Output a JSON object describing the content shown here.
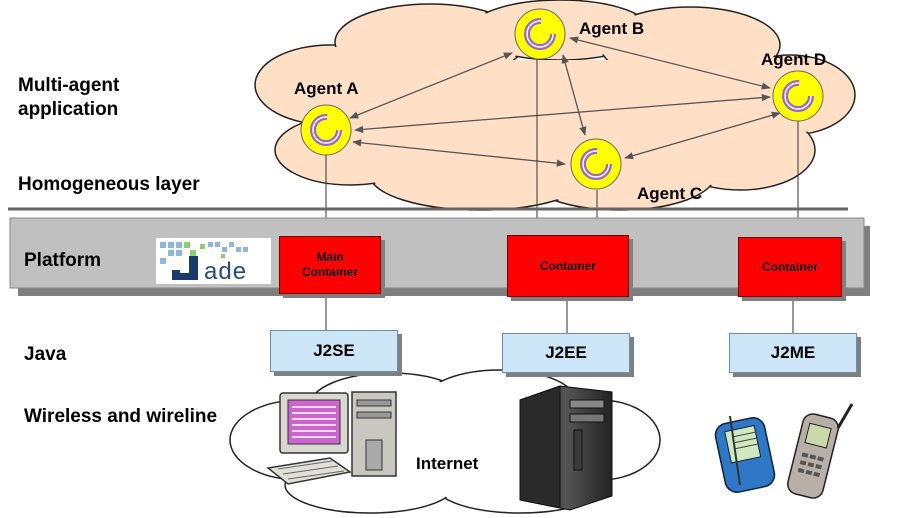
{
  "layers": {
    "multi_agent": "Multi-agent\napplication",
    "homogeneous": "Homogeneous layer",
    "platform": "Platform",
    "java": "Java",
    "wireless": "Wireless and wireline"
  },
  "agents": {
    "a": "Agent A",
    "b": "Agent B",
    "c": "Agent C",
    "d": "Agent D"
  },
  "containers": {
    "main": "Main\nContainer",
    "middle": "Container",
    "right": "Container"
  },
  "java_editions": {
    "j2se": "J2SE",
    "j2ee": "J2EE",
    "j2me": "J2ME"
  },
  "network": {
    "internet": "Internet"
  },
  "logo": {
    "text": "Jade"
  },
  "colors": {
    "cloud": "#ffe0c6",
    "agent_circle": "#ffff00",
    "agent_ring": "#9966cc",
    "container": "#ff0000",
    "java_box": "#cce6f7",
    "platform_bar": "#c0c0c0"
  }
}
